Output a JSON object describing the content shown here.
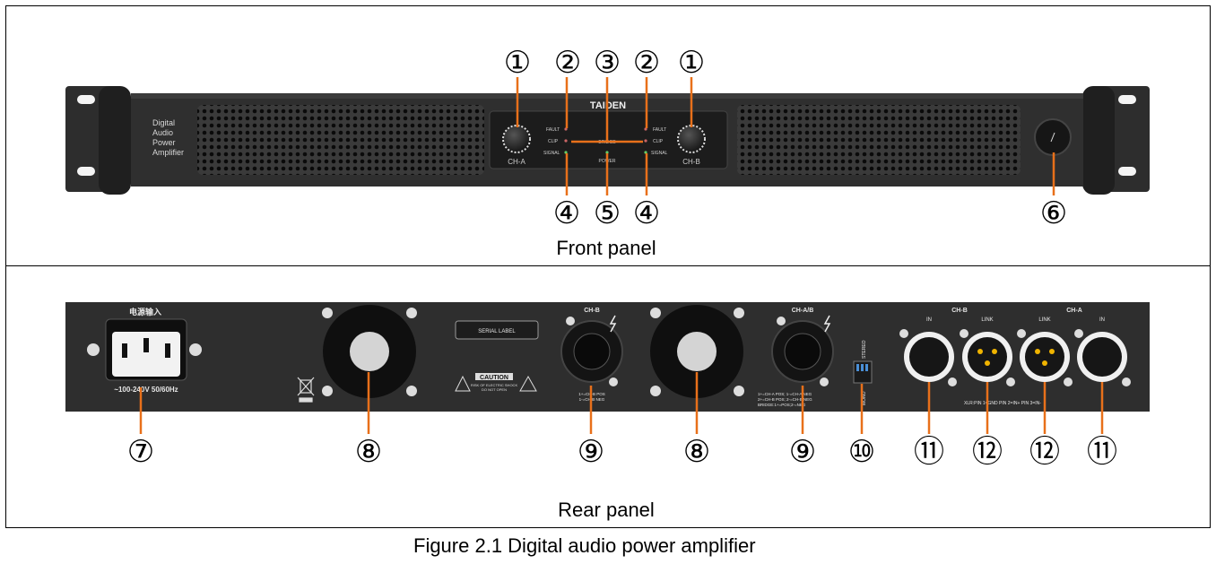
{
  "figure": {
    "caption": "Figure 2.1 Digital audio power amplifier"
  },
  "front_panel": {
    "caption": "Front panel",
    "brand": "TAIDEN",
    "model_text_lines": [
      "Digital",
      "Audio",
      "Power",
      "Amplifier"
    ],
    "channel_labels": {
      "left": "CH-A",
      "right": "CH-B"
    },
    "indicator_labels": {
      "fault": "FAULT",
      "clip": "CLIP",
      "signal": "SIGNAL",
      "bridge": "BRIDGE",
      "power": "POWER"
    },
    "callouts": {
      "knob_left": "①",
      "led_left": "②",
      "bridge_indicator": "③",
      "led_right": "②",
      "knob_right": "①",
      "signal_left": "④",
      "power_indicator": "⑤",
      "signal_right": "④",
      "power_switch": "⑥"
    }
  },
  "rear_panel": {
    "caption": "Rear panel",
    "power_input_label": "电源输入",
    "voltage_label": "~100-240V  50/60Hz",
    "serial_label": "SERIAL LABEL",
    "caution_label": "CAUTION",
    "caution_text": [
      "RISK OF ELECTRIC SHOCK",
      "DO NOT OPEN"
    ],
    "speakon_ch_b": {
      "label": "CH-B",
      "pin_text": [
        "1+=CH-B POS",
        "1-=CH-B NEG"
      ]
    },
    "speakon_ch_ab": {
      "label": "CH-A/B",
      "pin_text": [
        "1+=CH-A POS; 1-=CH-A NEG",
        "2+=CH-B POS; 2-=CH-B NEG",
        "BRIDGE:1+=POS;2-=NEG"
      ]
    },
    "dip_switch_labels": {
      "stereo": "STEREO",
      "mono": "MONO"
    },
    "xlr_group_labels": {
      "ch_b": "CH-B",
      "ch_a": "CH-A",
      "in": "IN",
      "link": "LINK"
    },
    "xlr_pin_text": "XLR:PIN 1=GND  PIN 2=IN+  PIN 3=IN-",
    "callouts": {
      "power_inlet": "⑦",
      "fan_left": "⑧",
      "speakon_b": "⑨",
      "fan_right": "⑧",
      "speakon_ab": "⑨",
      "dip_switch": "⑩",
      "xlr_in_b": "⑪",
      "xlr_link_b": "⑫",
      "xlr_link_a": "⑫",
      "xlr_in_a": "⑪"
    }
  },
  "colors": {
    "leader_line": "#e8701a",
    "chassis": "#2b2b2b",
    "chassis_dark": "#1a1a1a",
    "panel_text": "#d8d8d8",
    "dip_blue": "#4a8fd6",
    "xlr_gold": "#f0b400"
  }
}
